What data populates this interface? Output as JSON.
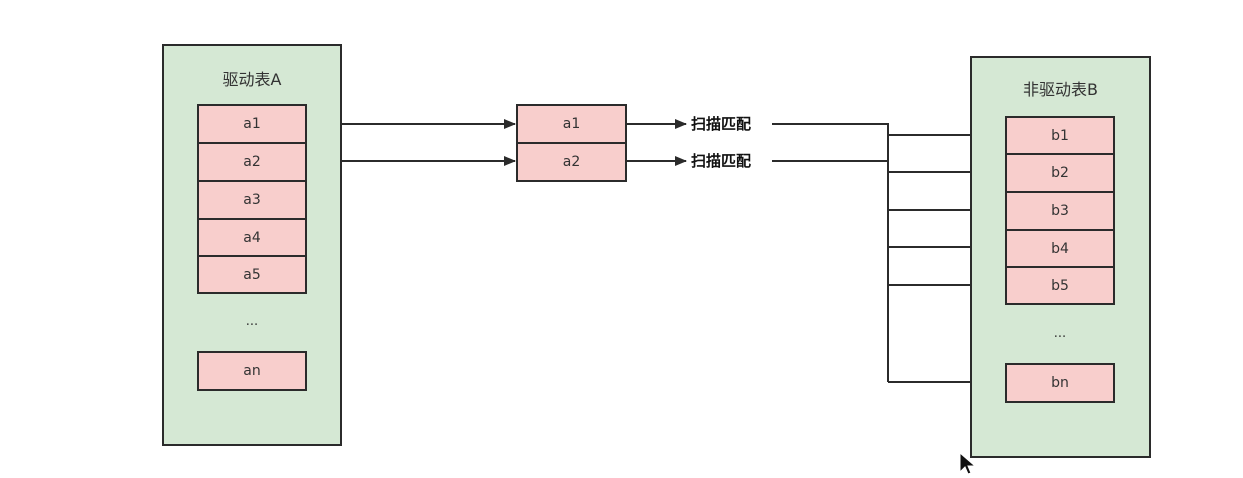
{
  "driver_table": {
    "title": "驱动表A",
    "rows": [
      "a1",
      "a2",
      "a3",
      "a4",
      "a5"
    ],
    "ellipsis": "...",
    "last": "an"
  },
  "buffer": {
    "rows": [
      "a1",
      "a2"
    ]
  },
  "scan_labels": [
    "扫描匹配",
    "扫描匹配"
  ],
  "non_driver_table": {
    "title": "非驱动表B",
    "rows": [
      "b1",
      "b2",
      "b3",
      "b4",
      "b5"
    ],
    "ellipsis": "...",
    "last": "bn"
  },
  "colors": {
    "table_fill": "#d5e8d4",
    "cell_fill": "#f8cecc",
    "stroke": "#2b2b2b"
  }
}
